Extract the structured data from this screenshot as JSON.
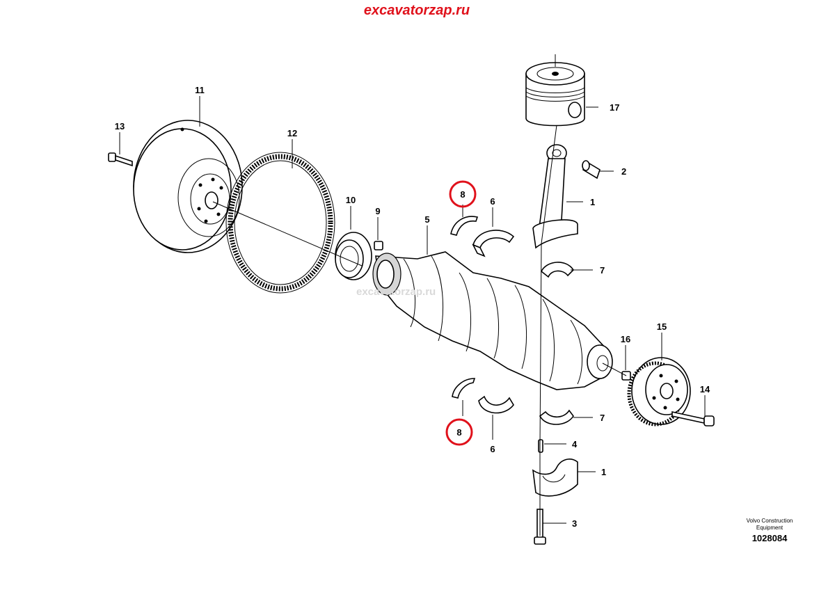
{
  "header": {
    "site": "excavatorzap.ru"
  },
  "watermark": {
    "text": "excavatorzap.ru"
  },
  "brand": {
    "line1": "Volvo Construction",
    "line2": "Equipment",
    "drawing_number": "1028084"
  },
  "highlight_color": "#e0111b",
  "callouts": {
    "c11": "11",
    "c13": "13",
    "c12": "12",
    "c10": "10",
    "c9": "9",
    "c5": "5",
    "c8_top": "8",
    "c6_top": "6",
    "c17": "17",
    "c2": "2",
    "c1_rod": "1",
    "c7_top": "7",
    "c15": "15",
    "c16": "16",
    "c14": "14",
    "c7_bot": "7",
    "c8_bot": "8",
    "c6_bot": "6",
    "c4": "4",
    "c1_cap": "1",
    "c3": "3"
  }
}
